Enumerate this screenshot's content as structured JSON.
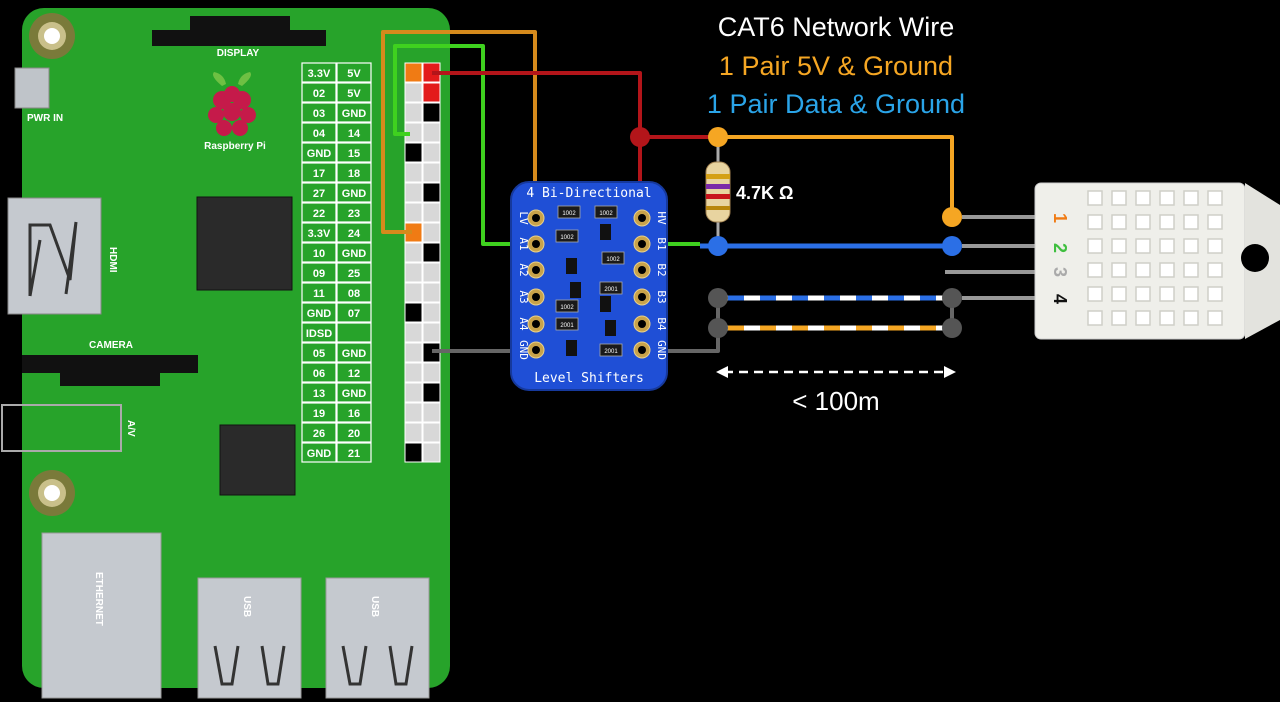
{
  "title": {
    "line1": "CAT6 Network Wire",
    "line2": "1 Pair 5V & Ground",
    "line3": "1 Pair Data & Ground"
  },
  "board": {
    "display_label": "DISPLAY",
    "pwr_label": "PWR IN",
    "brand_label": "Raspberry Pi",
    "hdmi_label": "HDMI",
    "camera_label": "CAMERA",
    "av_label": "A/V",
    "ethernet_label": "ETHERNET",
    "usb1_label": "USB",
    "usb2_label": "USB",
    "pin_rows": [
      [
        "3.3V",
        "5V"
      ],
      [
        "02",
        "5V"
      ],
      [
        "03",
        "GND"
      ],
      [
        "04",
        "14"
      ],
      [
        "GND",
        "15"
      ],
      [
        "17",
        "18"
      ],
      [
        "27",
        "GND"
      ],
      [
        "22",
        "23"
      ],
      [
        "3.3V",
        "24"
      ],
      [
        "10",
        "GND"
      ],
      [
        "09",
        "25"
      ],
      [
        "11",
        "08"
      ],
      [
        "GND",
        "07"
      ],
      [
        "IDSD",
        ""
      ],
      [
        "05",
        "GND"
      ],
      [
        "06",
        "12"
      ],
      [
        "13",
        "GND"
      ],
      [
        "19",
        "16"
      ],
      [
        "26",
        "20"
      ],
      [
        "GND",
        "21"
      ]
    ]
  },
  "level_shifter": {
    "title": "4 Bi-Directional",
    "subtitle": "Level Shifters",
    "left_pins": [
      "LV",
      "A1",
      "A2",
      "A3",
      "A4",
      "GND"
    ],
    "right_pins": [
      "HV",
      "B1",
      "B2",
      "B3",
      "B4",
      "GND"
    ],
    "chip_labels": [
      "1002",
      "1002",
      "1002",
      "1002",
      "1002",
      "2001",
      "2001",
      "2001"
    ]
  },
  "resistor_label": "4.7K Ω",
  "sensor": {
    "pins": [
      "1",
      "2",
      "3",
      "4"
    ]
  },
  "distance_label": "< 100m",
  "colors": {
    "board": "#27a32a",
    "orange": "#f5a623",
    "blue": "#2b6fe6",
    "red": "#c8141b",
    "green": "#3fd11f",
    "gray": "#666666",
    "shifter": "#1f4fd6",
    "title_white": "#ffffff",
    "title_orange": "#f5a623",
    "title_blue": "#2aa4e8"
  }
}
